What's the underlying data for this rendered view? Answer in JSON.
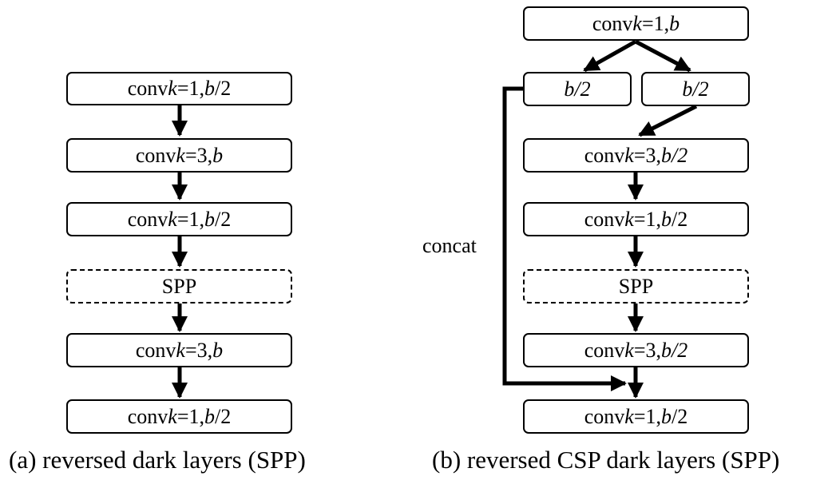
{
  "panel_a": {
    "caption": "(a) reversed dark layers (SPP)",
    "blocks": [
      {
        "pre": "conv ",
        "var1": "k",
        "mid": "=1, ",
        "var2": "b",
        "post": "/2"
      },
      {
        "pre": "conv ",
        "var1": "k",
        "mid": "=3, ",
        "var2": "b",
        "post": ""
      },
      {
        "pre": "conv ",
        "var1": "k",
        "mid": "=1, ",
        "var2": "b",
        "post": "/2"
      },
      {
        "text": "SPP"
      },
      {
        "pre": "conv ",
        "var1": "k",
        "mid": "=3, ",
        "var2": "b",
        "post": ""
      },
      {
        "pre": "conv ",
        "var1": "k",
        "mid": "=1, ",
        "var2": "b",
        "post": "/2"
      }
    ]
  },
  "panel_b": {
    "caption": "(b) reversed CSP dark layers (SPP)",
    "concat_label": "concat",
    "top_block": {
      "pre": "conv ",
      "var1": "k",
      "mid": "=1, ",
      "var2": "b"
    },
    "split_left": "b/2",
    "split_right": "b/2",
    "blocks": [
      {
        "pre": "conv ",
        "var1": "k",
        "mid": "=3, ",
        "italic_tail": "b/2"
      },
      {
        "pre": "conv ",
        "var1": "k",
        "mid": "=1, ",
        "var2": "b",
        "post": "/2"
      },
      {
        "text": "SPP"
      },
      {
        "pre": "conv ",
        "var1": "k",
        "mid": "=3, ",
        "italic_tail": "b/2"
      },
      {
        "pre": "conv ",
        "var1": "k",
        "mid": "=1, ",
        "var2": "b",
        "post": "/2"
      }
    ]
  }
}
